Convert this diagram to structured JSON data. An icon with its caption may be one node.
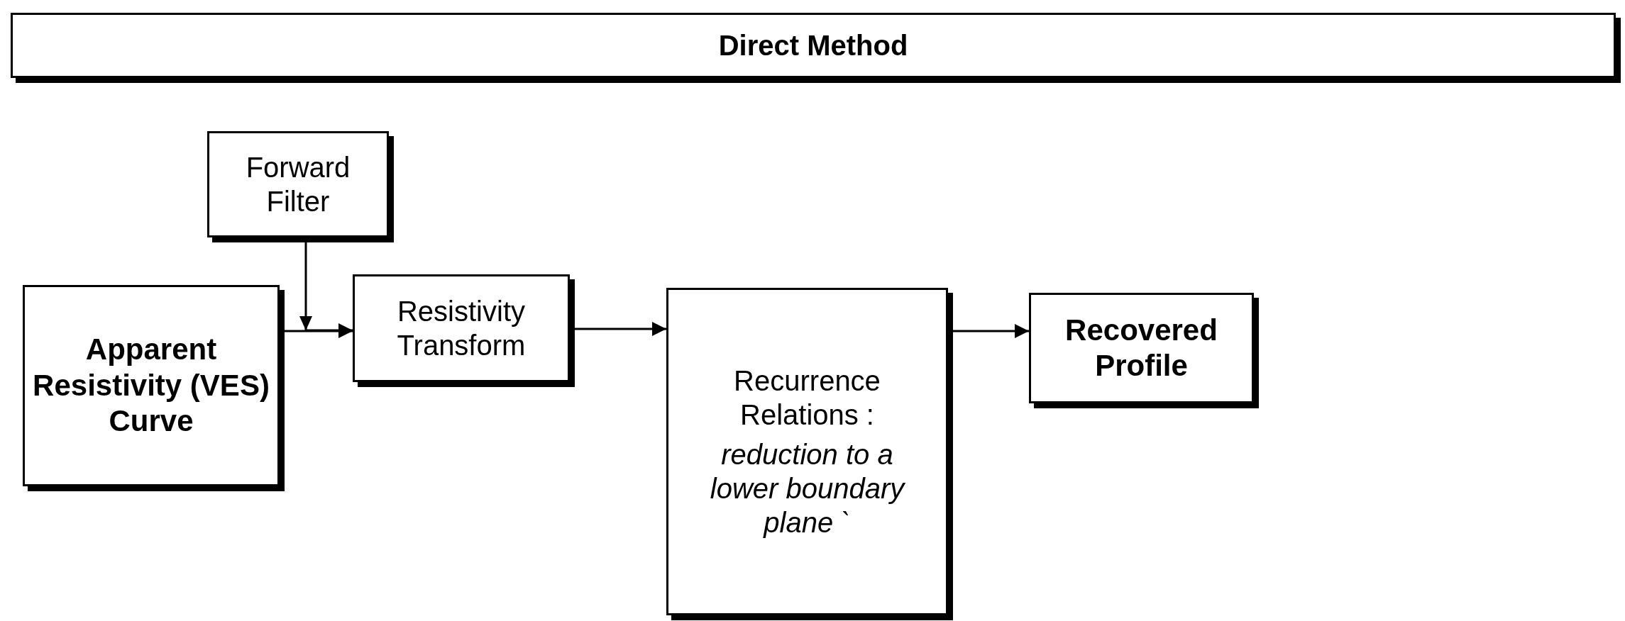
{
  "diagram": {
    "nodes": [
      {
        "text": [
          "Direct Method"
        ]
      },
      {
        "text": [
          "Forward Filter"
        ]
      },
      {
        "text": [
          "Apparent Resistivity (VES) Curve"
        ]
      },
      {
        "text": [
          "Resistivity Transform"
        ]
      },
      {
        "text": [
          "Recurrence Relations :",
          "reduction to a lower boundary plane `"
        ]
      },
      {
        "text": [
          "Recovered Profile"
        ]
      }
    ],
    "edges": [
      {
        "from": 2,
        "to": 3,
        "arrow": "to"
      },
      {
        "from": 1,
        "to": 3,
        "arrow": "to"
      },
      {
        "from": 3,
        "to": 4,
        "arrow": "to"
      },
      {
        "from": 4,
        "to": 5,
        "arrow": "to"
      }
    ]
  }
}
